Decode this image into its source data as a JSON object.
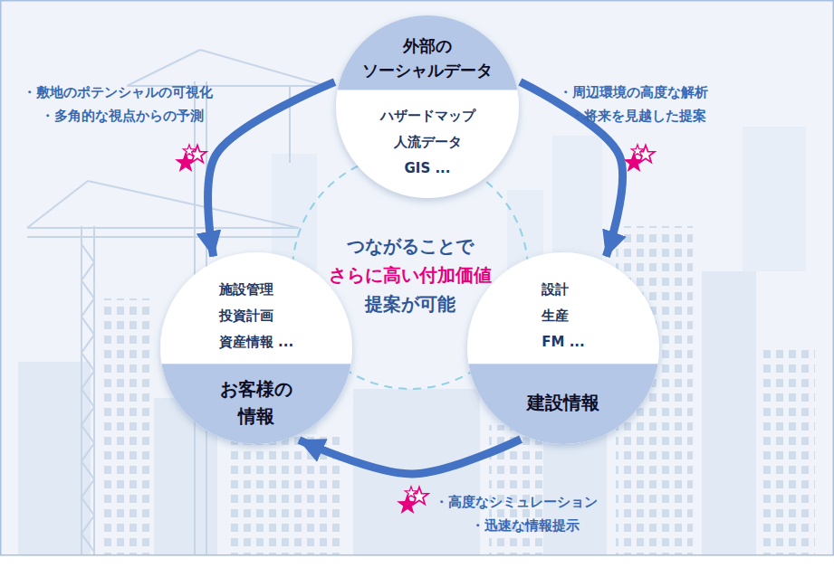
{
  "diagram": {
    "nodes": [
      {
        "text": [
          "外部の ソーシャルデータ",
          "ハザードマップ",
          "人流データ",
          "GIS ..."
        ]
      },
      {
        "text": [
          "お客様の 情報",
          "施設管理",
          "投資計画",
          "資産情報 ..."
        ]
      },
      {
        "text": [
          "建設情報",
          "設計",
          "生産",
          "FM ..."
        ]
      }
    ],
    "edges": [
      {
        "from": 0,
        "to": 1,
        "arrow": "to"
      },
      {
        "from": 0,
        "to": 2,
        "arrow": "to"
      },
      {
        "from": 2,
        "to": 1,
        "arrow": "to"
      }
    ],
    "labels": [
      "・敷地のポテンシャルの可視化",
      "・多角的な視点からの予測",
      "・周辺環境の高度な解析",
      "・将来を見越した提案",
      "つながることで",
      "さらに高い付加価値",
      "提案が可能",
      "・高度なシミュレーション",
      "・迅速な情報提示"
    ]
  }
}
